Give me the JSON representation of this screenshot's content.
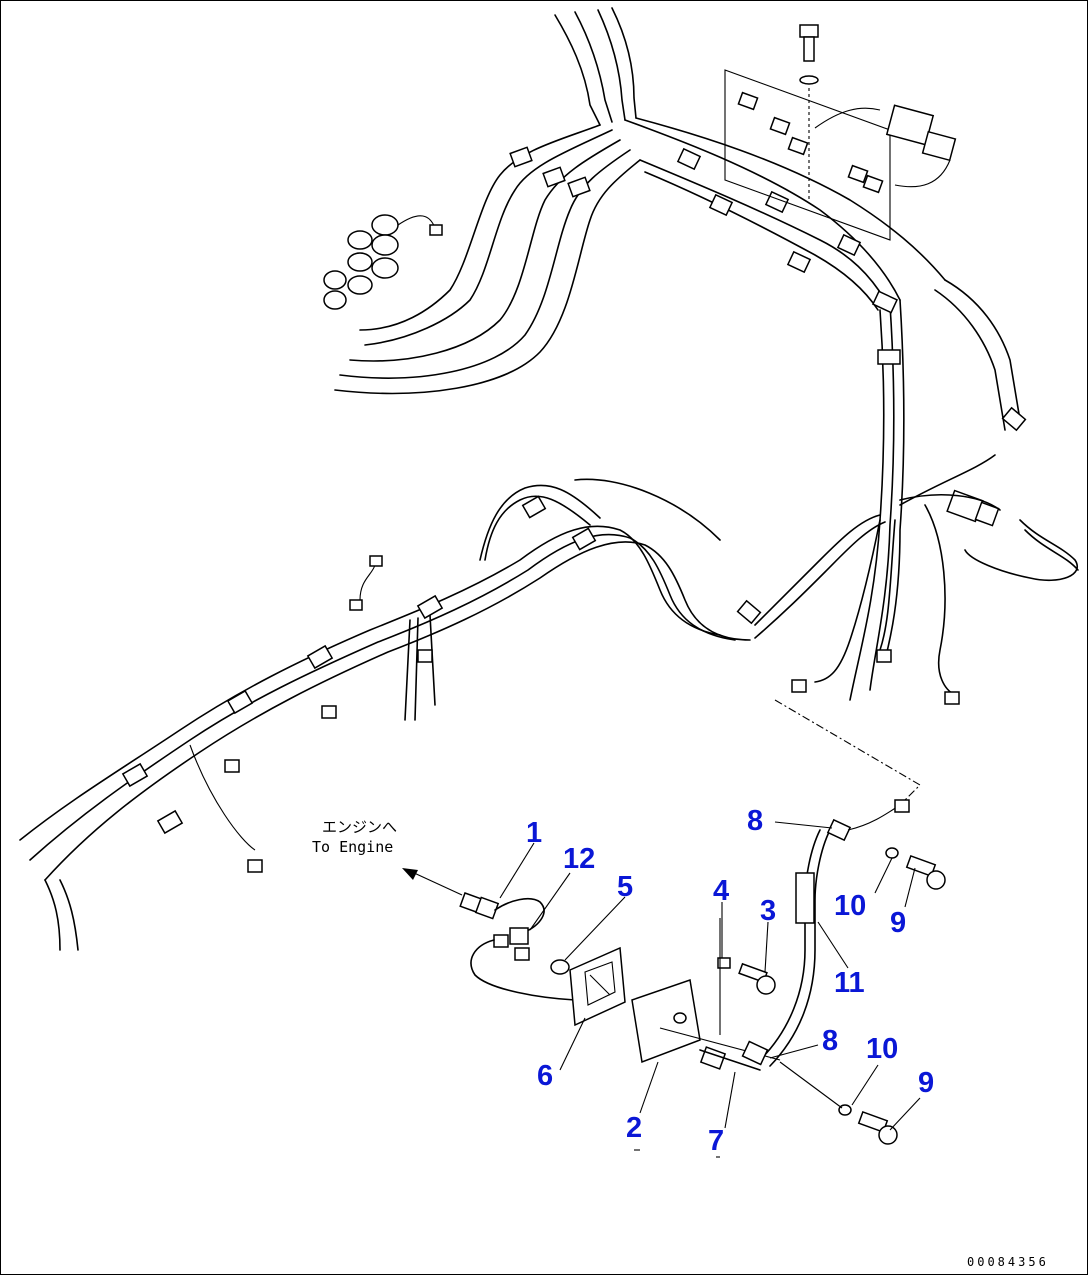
{
  "callouts": [
    {
      "label": "1"
    },
    {
      "label": "12"
    },
    {
      "label": "5"
    },
    {
      "label": "4"
    },
    {
      "label": "3"
    },
    {
      "label": "8"
    },
    {
      "label": "10"
    },
    {
      "label": "9"
    },
    {
      "label": "11"
    },
    {
      "label": "6"
    },
    {
      "label": "2"
    },
    {
      "label": "7"
    },
    {
      "label": "8"
    },
    {
      "label": "10"
    },
    {
      "label": "9"
    }
  ],
  "note": {
    "japanese": "エンジンへ",
    "english": "To Engine"
  },
  "drawing_code": "00084356",
  "colors": {
    "callout": "#0a17d6",
    "line": "#000000",
    "background": "#ffffff"
  }
}
